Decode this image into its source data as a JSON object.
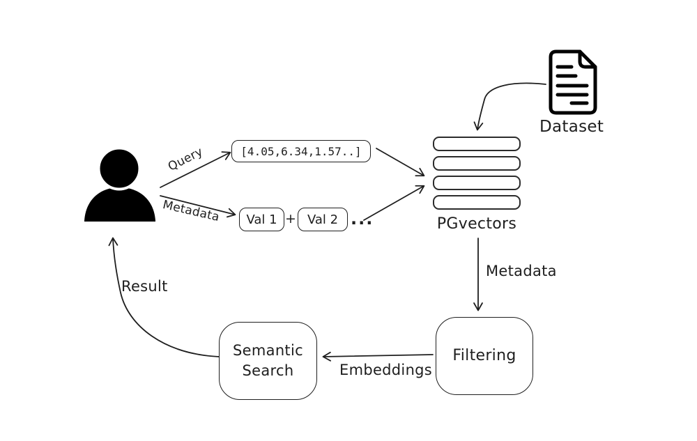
{
  "colors": {
    "stroke": "#1e1e1e",
    "background": "#ffffff"
  },
  "nodes": {
    "user": {
      "icon": "person-icon"
    },
    "vector_chip": {
      "text": "[4.05,6.34,1.57..]"
    },
    "val1_chip": {
      "text": "Val 1"
    },
    "val_plus": {
      "text": "+"
    },
    "val2_chip": {
      "text": "Val 2"
    },
    "val_more": {
      "text": "..."
    },
    "pgvectors": {
      "label": "PGvectors",
      "rows": 4
    },
    "dataset": {
      "label": "Dataset",
      "icon": "document-icon"
    },
    "filtering": {
      "label": "Filtering"
    },
    "semantic_search": {
      "line1": "Semantic",
      "line2": "Search"
    }
  },
  "edges": {
    "query": {
      "label": "Query"
    },
    "user_metadata": {
      "label": "Metadata"
    },
    "pg_metadata": {
      "label": "Metadata"
    },
    "embeddings": {
      "label": "Embeddings"
    },
    "result": {
      "label": "Result"
    }
  }
}
